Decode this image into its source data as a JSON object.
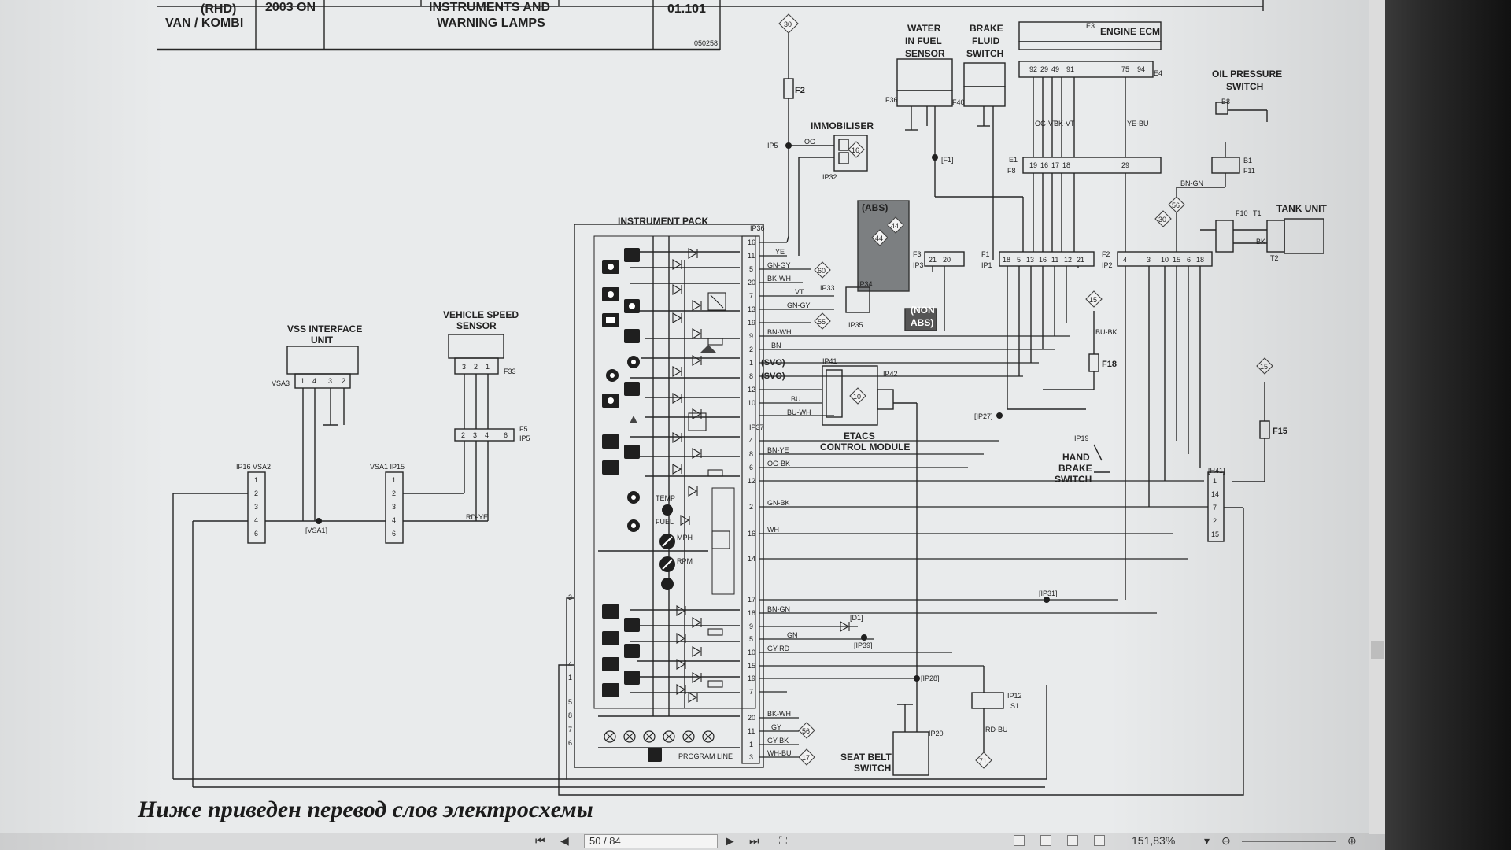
{
  "header": {
    "rhd": "(RHD)",
    "variant": "VAN / KOMBI",
    "year": "2003 ON",
    "system": "INSTRUMENTS AND",
    "system2": "WARNING LAMPS",
    "sheet": "01.101",
    "code": "050258"
  },
  "components": {
    "water_in_fuel": [
      "WATER",
      "IN FUEL",
      "SENSOR"
    ],
    "brake_fluid": [
      "BRAKE",
      "FLUID",
      "SWITCH"
    ],
    "engine_ecm": "ENGINE ECM",
    "oil_pressure": [
      "OIL PRESSURE",
      "SWITCH"
    ],
    "immobiliser": "IMMOBILISER",
    "tank_unit": "TANK UNIT",
    "instrument_pack": "INSTRUMENT PACK",
    "abs": "(ABS)",
    "non_abs": [
      "(NON",
      "ABS)"
    ],
    "etacs": [
      "ETACS",
      "CONTROL MODULE"
    ],
    "vss_interface": [
      "VSS INTERFACE",
      "UNIT"
    ],
    "vehicle_speed": [
      "VEHICLE SPEED",
      "SENSOR"
    ],
    "hand_brake": [
      "HAND",
      "BRAKE",
      "SWITCH"
    ],
    "seat_belt": [
      "SEAT BELT",
      "SWITCH"
    ],
    "program_line": "PROGRAM LINE",
    "temp": "TEMP",
    "fuel": "FUEL",
    "mph": "MPH",
    "rpm": "RPM",
    "svo1": "(SVO)",
    "svo2": "(SVO)"
  },
  "connectors": {
    "F2": "F2",
    "IP5": "IP5",
    "IP32": "IP32",
    "IP36": "IP36",
    "IP37": "IP37",
    "IP33": "IP33",
    "IP34": "IP34",
    "IP35": "IP35",
    "IP41": "IP41",
    "IP42": "IP42",
    "F36": "F36",
    "F40": "F40",
    "F1b": "[F1]",
    "E1": "E1",
    "E3": "E3",
    "E4": "E4",
    "F8": "F8",
    "B8": "B8",
    "B1": "B1",
    "F11": "F11",
    "F10": "F10",
    "T1": "T1",
    "T2": "T2",
    "F3": "F3",
    "IP3": "IP3",
    "F1": "F1",
    "IP1": "IP1",
    "F2b": "F2",
    "IP2": "IP2",
    "F18": "F18",
    "F15": "F15",
    "IP27": "[IP27]",
    "IP19": "IP19",
    "H41": "[H41]",
    "IP31": "[IP31]",
    "D1": "[D1]",
    "IP39": "[IP39]",
    "IP28": "[IP28]",
    "IP20": "IP20",
    "IP12": "IP12",
    "S1": "S1",
    "VSA3": "VSA3",
    "F33": "F33",
    "F5": "F5",
    "IP5b": "IP5",
    "IP16VSA2": "IP16 VSA2",
    "VSA1IP15": "VSA1 IP15",
    "VSA1": "[VSA1]"
  },
  "refs": {
    "r30a": "30",
    "r16": "16",
    "r44a": "44",
    "r44b": "44",
    "r60": "60",
    "r55": "55",
    "r10": "10",
    "r15a": "15",
    "r15b": "15",
    "r30b": "30",
    "r56a": "56",
    "r56b": "56",
    "r17": "17",
    "r71": "71"
  },
  "pins": {
    "ip36": [
      "16",
      "11",
      "5",
      "20",
      "7",
      "13",
      "19",
      "9",
      "2",
      "1",
      "8",
      "12",
      "10"
    ],
    "ip37": [
      "4",
      "8",
      "6",
      "12",
      "2",
      "16",
      "14",
      "17",
      "18",
      "9",
      "5",
      "10",
      "15",
      "19",
      "7",
      "20",
      "11",
      "1",
      "3"
    ],
    "ecm_top": [
      "92",
      "29",
      "49",
      "91",
      "75",
      "94"
    ],
    "ecm_low": [
      "19",
      "16",
      "17",
      "18",
      "29"
    ],
    "f1": [
      "18",
      "5",
      "13",
      "16",
      "11",
      "12",
      "21"
    ],
    "f2": [
      "4",
      "3",
      "10",
      "15",
      "6",
      "18"
    ],
    "f3": [
      "21",
      "20"
    ],
    "h41": [
      "1",
      "14",
      "7",
      "2",
      "15"
    ],
    "vss": [
      "1",
      "4",
      "3",
      "2"
    ],
    "vs": [
      "3",
      "2",
      "1"
    ],
    "f5": [
      "2",
      "3",
      "4",
      "6"
    ],
    "ip16": [
      "1",
      "2",
      "3",
      "4",
      "6"
    ],
    "ip15": [
      "1",
      "2",
      "3",
      "4",
      "6"
    ],
    "left_edge": [
      "3",
      "4",
      "1",
      "5",
      "8",
      "7",
      "6"
    ]
  },
  "wires": {
    "ye": "YE",
    "gn_gy": "GN-GY",
    "bk_wh": "BK-WH",
    "vt": "VT",
    "gn_gy2": "GN-GY",
    "bn_wh": "BN-WH",
    "bn": "BN",
    "bu": "BU",
    "bu_wh": "BU-WH",
    "bn_ye": "BN-YE",
    "og_bk": "OG-BK",
    "gn_bk": "GN-BK",
    "wh": "WH",
    "bn_gn": "BN-GN",
    "gn": "GN",
    "gy_rd": "GY-RD",
    "gy": "GY",
    "gy_bk": "GY-BK",
    "wh_bu": "WH-BU",
    "bk_wh2": "BK-WH",
    "og": "OG",
    "rd_ye": "RD-YE",
    "ye_bu": "YE-BU",
    "bk_vt": "BK-VT",
    "bu_bk": "BU-BK",
    "bk": "BK",
    "rd_bu": "RD-BU",
    "og_vt": "OG-VT",
    "bn_gn2": "BN-GN"
  },
  "caption": "Ниже приведен перевод слов электросхемы",
  "toolbar": {
    "page": "50 / 84",
    "zoom": "151,83%"
  }
}
